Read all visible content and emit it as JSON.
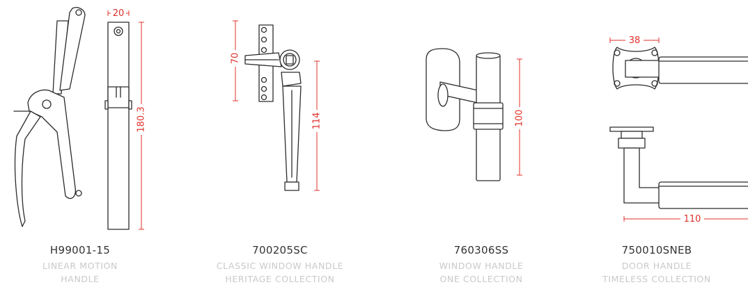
{
  "products": [
    {
      "code": "H99001-15",
      "line1": "LINEAR MOTION",
      "line2": "HANDLE",
      "dims": [
        "20",
        "180.3"
      ]
    },
    {
      "code": "700205SC",
      "line1": "CLASSIC WINDOW HANDLE",
      "line2": "HERITAGE COLLECTION",
      "dims": [
        "70",
        "114"
      ]
    },
    {
      "code": "760306SS",
      "line1": "WINDOW HANDLE",
      "line2": "ONE COLLECTION",
      "dims": [
        "100"
      ]
    },
    {
      "code": "750010SNEB",
      "line1": "DOOR HANDLE",
      "line2": "TIMELESS COLLECTION",
      "dims": [
        "38",
        "110"
      ]
    }
  ],
  "colors": {
    "dimension": "#e0302a",
    "line_art": "#2b2b2b",
    "code_text": "#333333",
    "subtitle_text": "#c9c9c9"
  }
}
